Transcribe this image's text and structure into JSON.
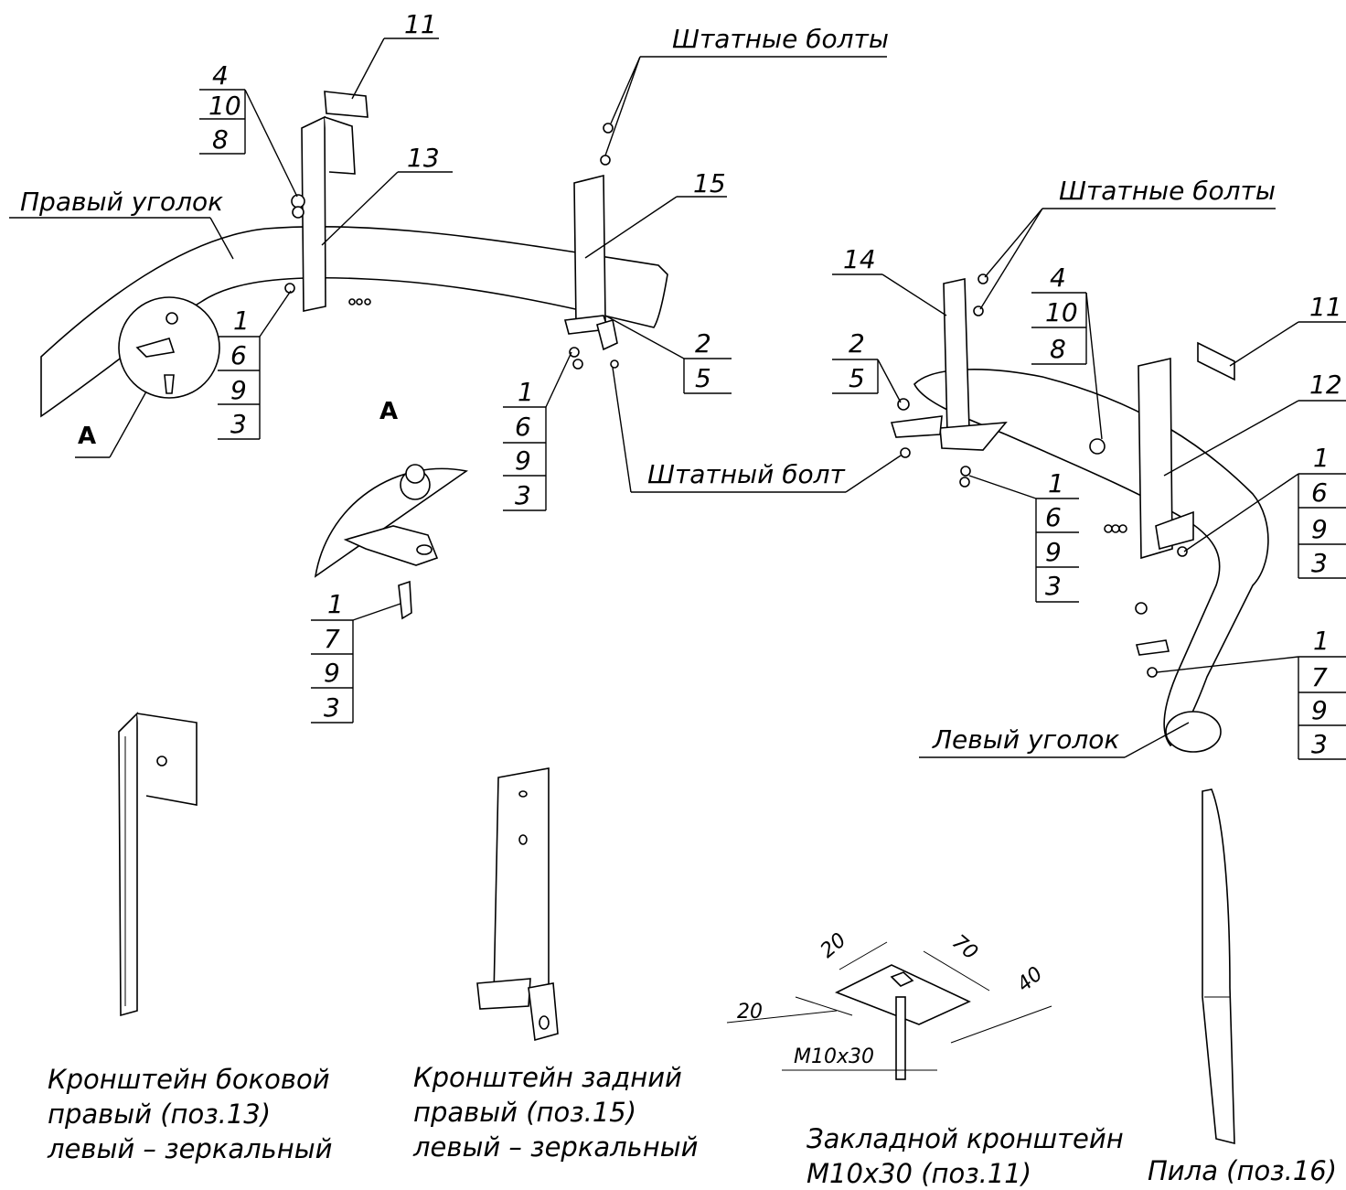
{
  "labels": {
    "stock_bolts_top": "Штатные болты",
    "stock_bolts_right": "Штатные болты",
    "stock_bolt": "Штатный болт",
    "right_angle": "Правый уголок",
    "left_angle": "Левый уголок",
    "view_a_left": "А",
    "view_a_center": "А"
  },
  "callouts": {
    "tl_stack": [
      "4",
      "10",
      "8"
    ],
    "top_11": "11",
    "top_13": "13",
    "top_15": "15",
    "a_stack": [
      "1",
      "6",
      "9",
      "3"
    ],
    "mid_2_5": [
      "2",
      "5"
    ],
    "mid_stack": [
      "1",
      "6",
      "9",
      "3"
    ],
    "detail_stack": [
      "1",
      "7",
      "9",
      "3"
    ],
    "r_14": "14",
    "r_2_5": [
      "2",
      "5"
    ],
    "r_4_10_8": [
      "4",
      "10",
      "8"
    ],
    "r_11": "11",
    "r_12": "12",
    "r_1_6_9_3": [
      "1",
      "6",
      "9",
      "3"
    ],
    "r_lower": [
      "1",
      "6",
      "9",
      "3"
    ],
    "r_1_7_9_3": [
      "1",
      "7",
      "9",
      "3"
    ]
  },
  "dimensions": {
    "d20_top": "20",
    "d70": "70",
    "d40": "40",
    "d20_left": "20",
    "thread": "M10x30"
  },
  "captions": {
    "side_bracket": [
      "Кронштейн боковой",
      "правый (поз.13)",
      "левый – зеркальный"
    ],
    "rear_bracket": [
      "Кронштейн задний",
      "правый (поз.15)",
      "левый – зеркальный"
    ],
    "embed_bracket": [
      "Закладной кронштейн",
      "М10х30 (поз.11)"
    ],
    "saw": [
      "Пила (поз.16)"
    ]
  }
}
